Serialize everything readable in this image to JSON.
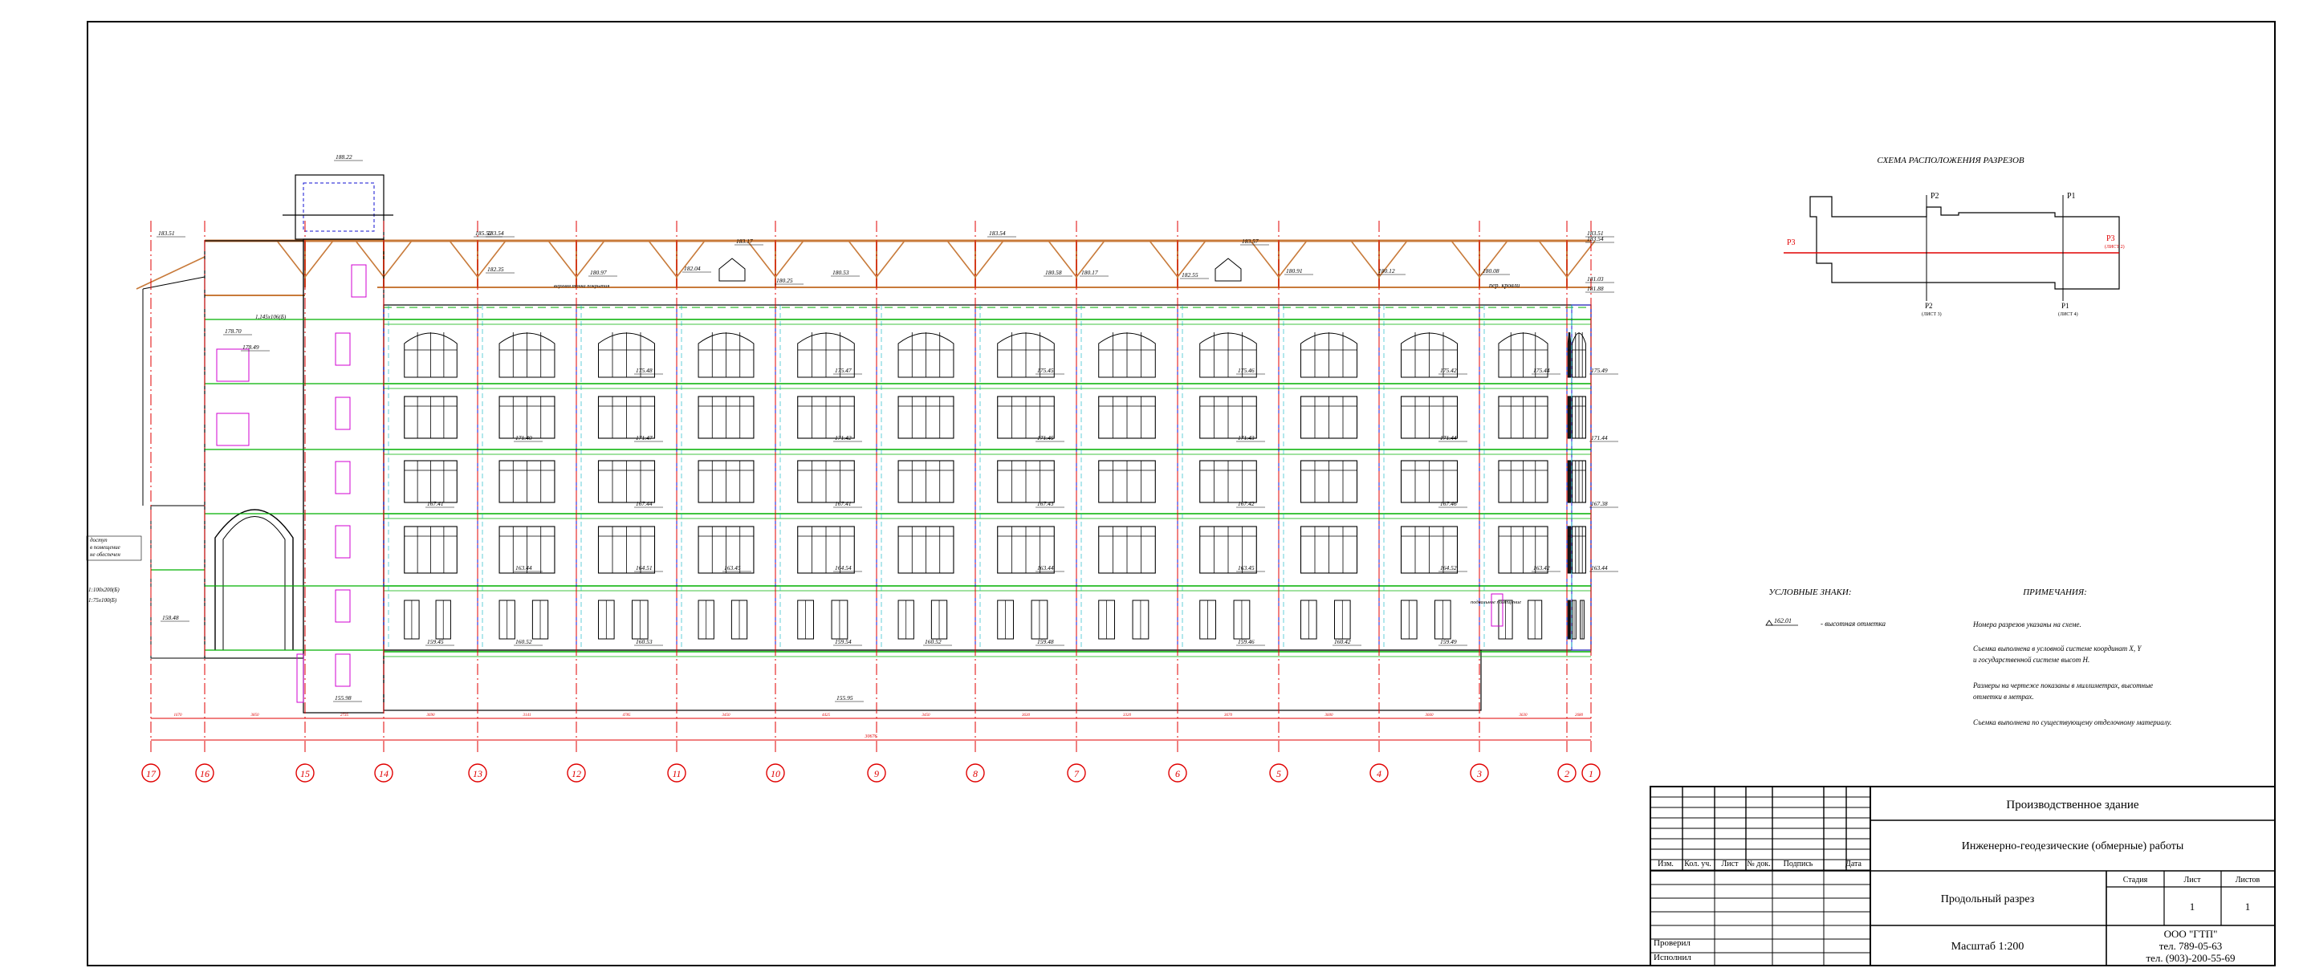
{
  "drawing": {
    "axes": [
      "17",
      "16",
      "15",
      "14",
      "13",
      "12",
      "11",
      "10",
      "9",
      "8",
      "7",
      "6",
      "5",
      "4",
      "3",
      "2",
      "1"
    ],
    "overall_dim": "30676",
    "segment_dims": [
      "1670",
      "3850",
      "2735",
      "3690",
      "3141",
      "4785",
      "3450",
      "4425",
      "3450",
      "3630",
      "3320",
      "3670",
      "3600",
      "3660",
      "3630",
      "2680",
      "3651"
    ],
    "elev_top": [
      "188.22",
      "185.52",
      "183.51",
      "183.51",
      "183.54",
      "183.17",
      "183.54",
      "183.57",
      "183.54"
    ],
    "elev_cornice": [
      "182.35",
      "180.97",
      "182.04",
      "180.25",
      "180.53",
      "180.58",
      "180.17",
      "182.55",
      "180.91",
      "180.12",
      "180.08",
      "181.03",
      "181.88"
    ],
    "elev_floor5": [
      "178.70",
      "178.49",
      "175.48",
      "175.47",
      "175.45",
      "175.46",
      "175.42",
      "175.44",
      "175.49"
    ],
    "elev_floor4": [
      "171.40",
      "171.47",
      "171.42",
      "171.45",
      "171.43",
      "171.44",
      "171.44"
    ],
    "elev_floor3": [
      "167.41",
      "167.44",
      "167.41",
      "167.43",
      "167.42",
      "167.46",
      "167.38"
    ],
    "elev_floor2": [
      "163.44",
      "164.51",
      "163.45",
      "164.54",
      "163.44",
      "163.45",
      "164.52",
      "163.42",
      "163.44"
    ],
    "elev_floor1": [
      "159.45",
      "160.52",
      "160.53",
      "159.54",
      "160.52",
      "159.48",
      "159.46",
      "160.42",
      "159.49",
      "158.48"
    ],
    "elev_basement": [
      "155.95",
      "155.98"
    ],
    "notes_left": [
      "доступ",
      "в помещение",
      "не обеспечен"
    ],
    "scale_notes": [
      "1:100x200(Б)",
      "1:75x100(Б)"
    ],
    "label_roof": "пер. кровли",
    "label_ridge": "верхняя точка покрытия",
    "label_window_size": "1,145x106(Б)",
    "label_podval": "подвальное помещение",
    "scheme": {
      "title": "СХЕМА РАСПОЛОЖЕНИЯ РАЗРЕЗОВ",
      "p1": "Р1",
      "p2": "Р2",
      "p3": "Р3",
      "p1_sheet": "(ЛИСТ 4)",
      "p2_sheet": "(ЛИСТ 3)",
      "p3_sheet": "(ЛИСТ 2)"
    },
    "legend": {
      "title": "УСЛОВНЫЕ ЗНАКИ:",
      "sample": "162.01",
      "text": "- высотная отметка"
    },
    "notes": {
      "title": "ПРИМЕЧАНИЯ:",
      "items": [
        "Номера разрезов указаны на схеме.",
        "Съемка выполнена в условной системе координат X, Y",
        "и государственной системе высот Н.",
        "Размеры на чертеже показаны в миллиметрах, высотные",
        "отметки в метрах.",
        "Съемка выполнена по существующему отделочному материалу."
      ]
    }
  },
  "title_block": {
    "object": "Производственное здание",
    "works": "Инженерно-геодезические (обмерные) работы",
    "sheet_name": "Продольный разрез",
    "scale": "Масштаб 1:200",
    "col_headers": [
      "Изм.",
      "Кол. уч.",
      "Лист",
      "№ док.",
      "Подпись",
      "Дата"
    ],
    "checked": "Проверил",
    "performed": "Исполнил",
    "stage_label": "Стадия",
    "sheet_label": "Лист",
    "sheets_label": "Листов",
    "sheet_num": "1",
    "sheets_num": "1",
    "company": "ООО \"ГТП\"",
    "phone1": "тел. 789-05-63",
    "phone2": "тел. (903)-200-55-69"
  }
}
